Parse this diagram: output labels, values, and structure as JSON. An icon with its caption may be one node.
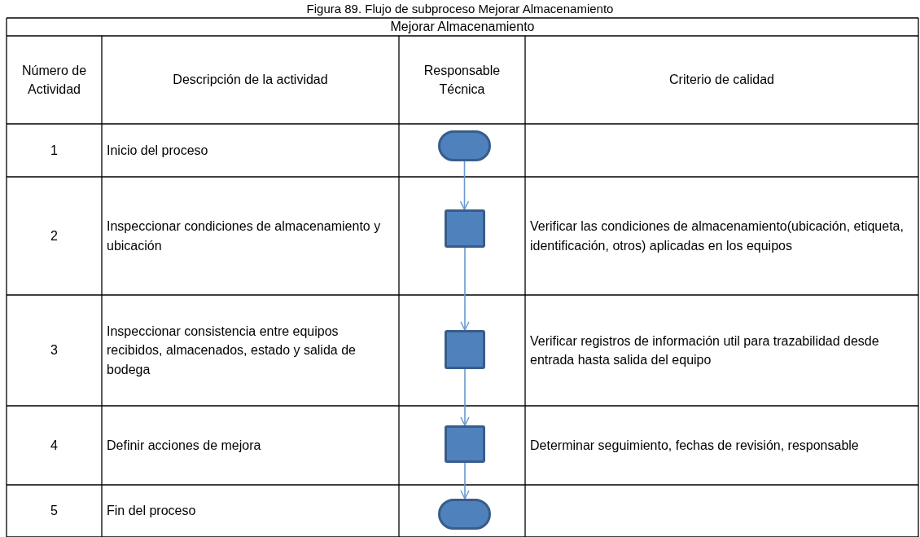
{
  "diagram": {
    "title": "Figura 89. Flujo de subproceso Mejorar Almacenamiento",
    "nodes": [
      {
        "text": [],
        "shape": "pill"
      },
      {
        "text": [],
        "shape": "box"
      },
      {
        "text": [],
        "shape": "box"
      },
      {
        "text": [],
        "shape": "box"
      },
      {
        "text": [],
        "shape": "pill"
      }
    ],
    "edges": [
      {
        "from": 0,
        "to": 1,
        "arrow": "to"
      },
      {
        "from": 1,
        "to": 2,
        "arrow": "to"
      },
      {
        "from": 2,
        "to": 3,
        "arrow": "to"
      },
      {
        "from": 3,
        "to": 4,
        "arrow": "to"
      }
    ],
    "labels": [
      "Mejorar Almacenamiento",
      "Número de Actividad",
      "Descripción de la actividad",
      "Responsable Técnica",
      "Criterio de calidad",
      "1",
      "Inicio del proceso",
      "2",
      "Inspeccionar condiciones de almacenamiento y ubicación",
      "Verificar las condiciones de almacenamiento(ubicación, etiqueta, identificación, otros) aplicadas en los equipos",
      "3",
      "Inspeccionar consistencia entre equipos recibidos, almacenados, estado y salida de bodega",
      "Verificar registros de información util para trazabilidad desde entrada hasta salida del equipo",
      "4",
      "Definir acciones de mejora",
      "Determinar seguimiento, fechas de revisión, responsable",
      "5",
      "Fin del proceso"
    ]
  }
}
